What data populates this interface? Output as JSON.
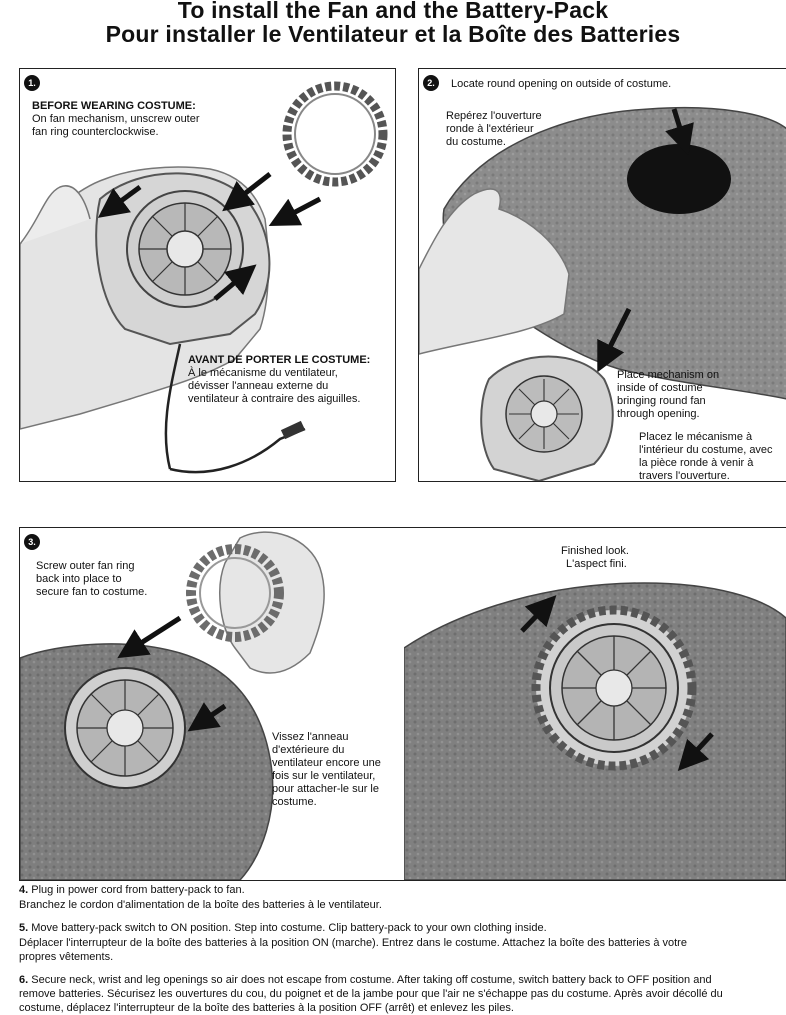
{
  "header": {
    "title_en": "To install the Fan and the Battery-Pack",
    "title_fr": "Pour installer le Ventilateur et la Boîte des Batteries"
  },
  "panel1": {
    "badge": "1.",
    "heading_en": "BEFORE WEARING COSTUME:",
    "line_en_1": "On fan mechanism, unscrew outer",
    "line_en_2": "fan ring counterclockwise.",
    "heading_fr": "AVANT DE PORTER LE COSTUME:",
    "line_fr_1": "À le mécanisme du ventilateur,",
    "line_fr_2": "dévisser l'anneau externe du",
    "line_fr_3": "ventilateur à contraire des aiguilles."
  },
  "panel2": {
    "badge": "2.",
    "caption_en": "Locate round opening on outside of costume.",
    "caption_fr_1": "Repérez l'ouverture",
    "caption_fr_2": "ronde à l'extérieur",
    "caption_fr_3": "du costume.",
    "place_en_1": "Place mechanism on",
    "place_en_2": "inside of costume",
    "place_en_3": "bringing round fan",
    "place_en_4": "through opening.",
    "place_fr_1": "Placez le mécanisme à",
    "place_fr_2": "l'intérieur du costume, avec",
    "place_fr_3": "la pièce ronde à venir à",
    "place_fr_4": "travers l'ouverture."
  },
  "panel3": {
    "badge": "3.",
    "caption_en_1": "Screw outer fan ring",
    "caption_en_2": "back into place to",
    "caption_en_3": "secure fan to costume.",
    "caption_fr_1": "Vissez l'anneau",
    "caption_fr_2": "d'extérieure du",
    "caption_fr_3": "ventilateur encore une",
    "caption_fr_4": "fois sur le ventilateur,",
    "caption_fr_5": "pour attacher-le sur le",
    "caption_fr_6": "costume."
  },
  "panel4": {
    "caption_en": "Finished look.",
    "caption_fr": "L'aspect fini."
  },
  "steps": {
    "s4_num": "4.",
    "s4_en": "Plug in power cord from battery-pack to fan.",
    "s4_fr": "Branchez le cordon d'alimentation de la boîte des batteries à le ventilateur.",
    "s5_num": "5.",
    "s5_en": "Move battery-pack switch to ON position. Step into costume. Clip battery-pack to your own clothing inside.",
    "s5_fr_1": "Déplacer l'interrupteur de la boîte des batteries à la position ON (marche). Entrez dans le costume. Attachez la boîte des batteries à votre",
    "s5_fr_2": "propres vêtements.",
    "s6_num": "6.",
    "s6_line_1": "Secure neck, wrist and leg openings so air does not escape from costume. After taking off costume, switch battery back to OFF position and",
    "s6_line_2": "remove batteries. Sécurisez les ouvertures du cou, du poignet et de la jambe pour que l'air ne s'échappe pas du costume. Après avoir décollé du",
    "s6_line_3": "costume, déplacez l'interrupteur de la boîte des batteries à la position OFF (arrêt) et enlevez les piles."
  }
}
